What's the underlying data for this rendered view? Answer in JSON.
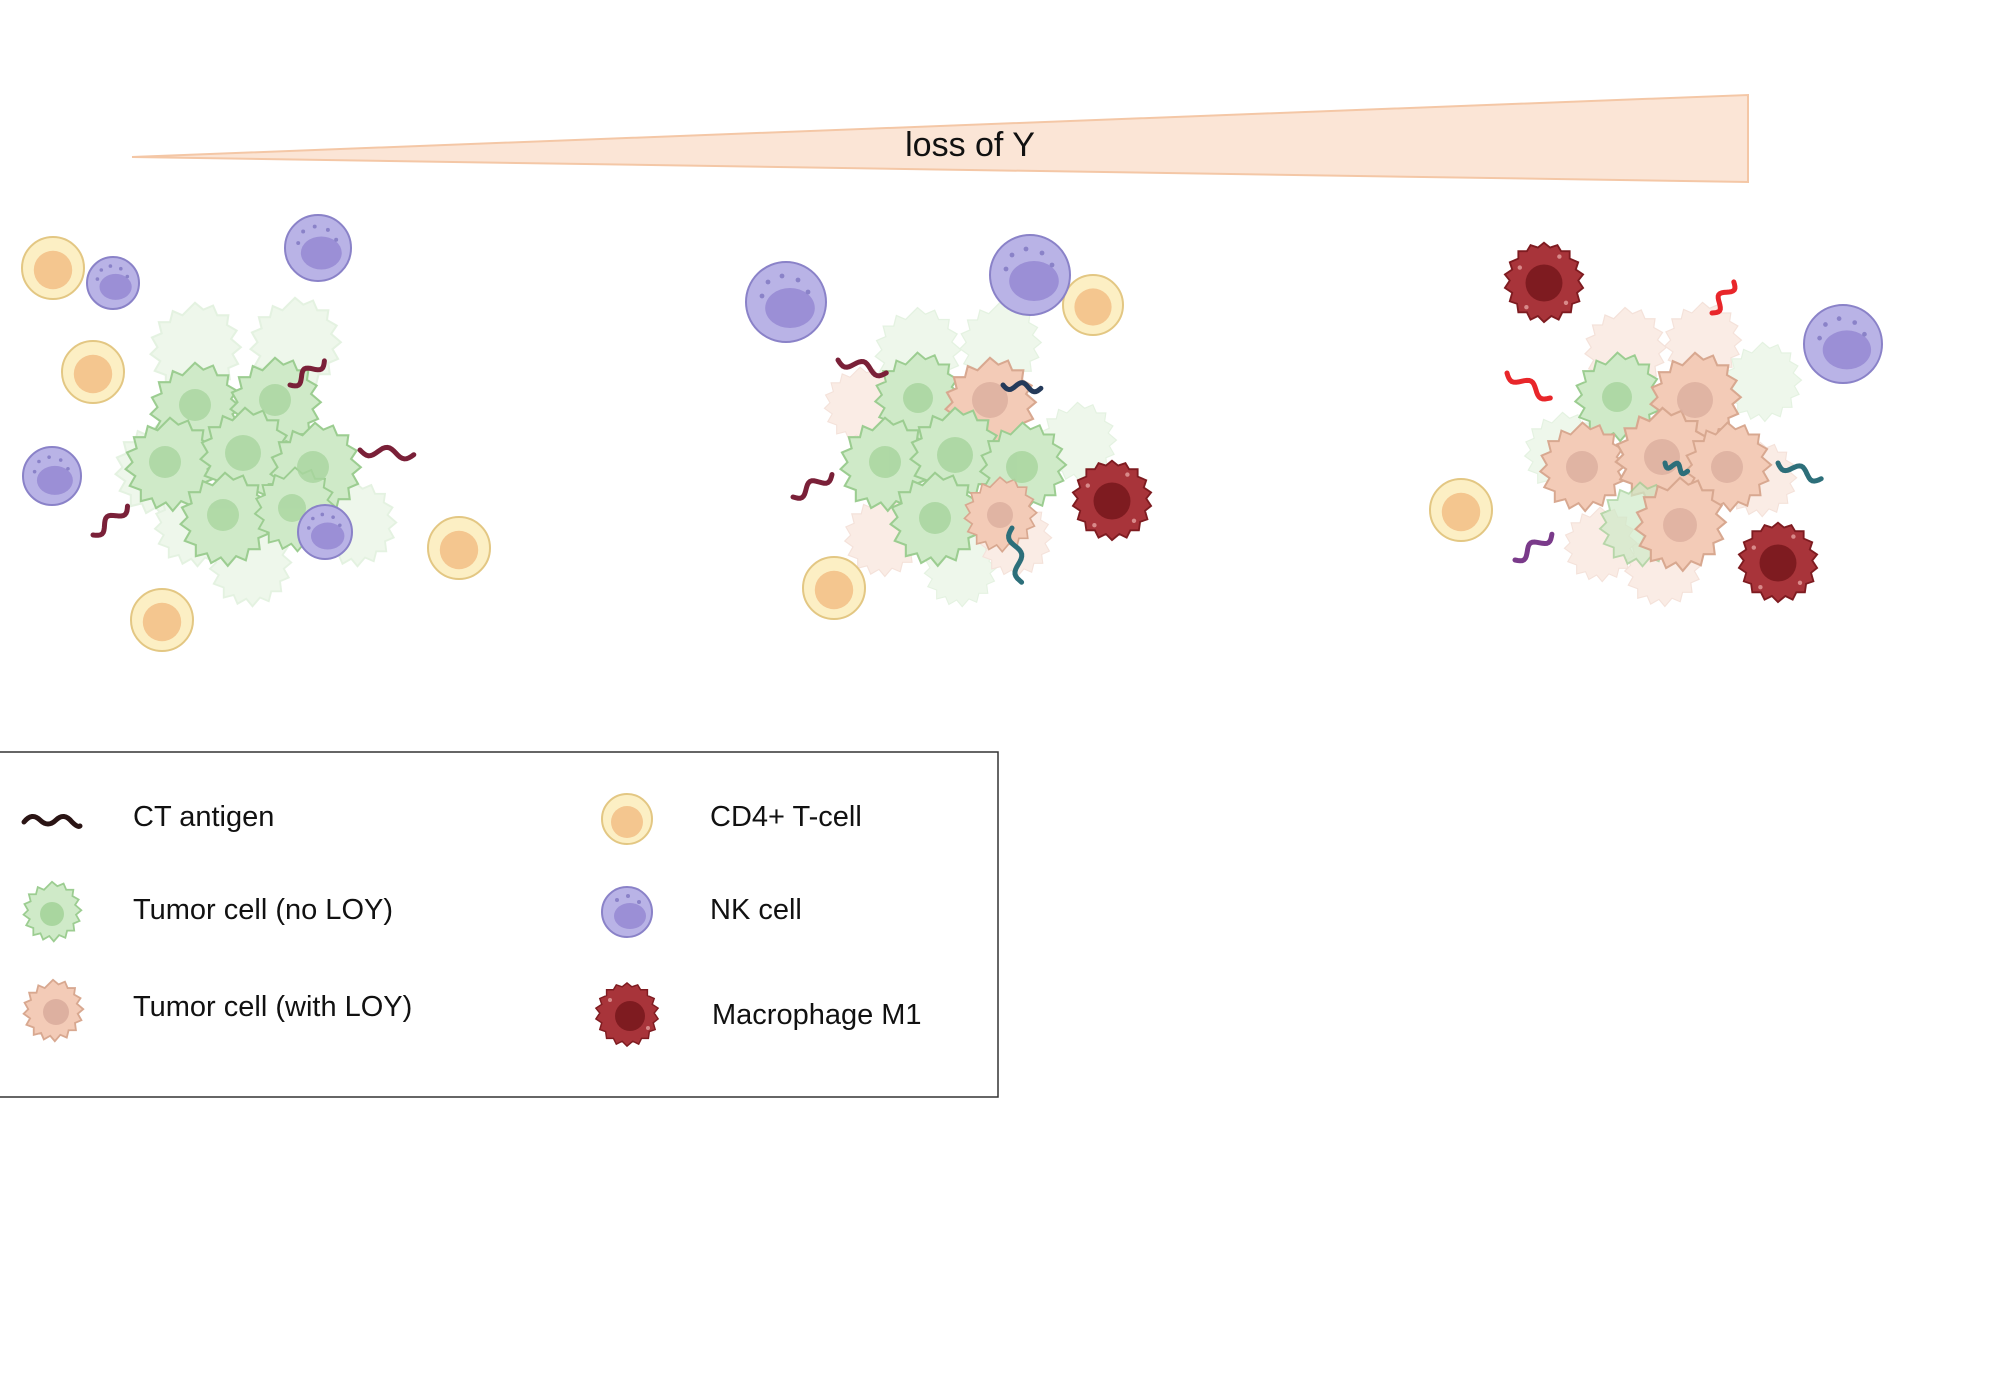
{
  "gradient": {
    "label": "loss of Y",
    "fill": "#fbe5d6",
    "stroke": "#f4c7a6"
  },
  "legend": {
    "items": [
      {
        "key": "ct_antigen",
        "label": "CT antigen",
        "icon": "ct-antigen-icon"
      },
      {
        "key": "tumor_no_loy",
        "label": "Tumor cell (no LOY)",
        "icon": "tumor-cell-green-icon"
      },
      {
        "key": "tumor_loy",
        "label": "Tumor cell (with LOY)",
        "icon": "tumor-cell-peach-icon"
      },
      {
        "key": "cd4",
        "label": "CD4+ T-cell",
        "icon": "cd4-t-cell-icon"
      },
      {
        "key": "nk",
        "label": "NK cell",
        "icon": "nk-cell-icon"
      },
      {
        "key": "macrophage",
        "label": "Macrophage M1",
        "icon": "macrophage-m1-icon"
      }
    ]
  },
  "colors": {
    "tumor_green": "#cfeac8",
    "tumor_green_nucleus": "#a9d69f",
    "tumor_peach": "#f3cbb7",
    "tumor_peach_nucleus": "#ddb0a0",
    "cd4_outer": "#fcefc4",
    "cd4_inner": "#f4c68f",
    "nk_outer": "#b9b3e6",
    "nk_inner": "#9b8fd6",
    "macrophage_outer": "#a8343a",
    "macrophage_inner": "#7e1b20",
    "antigen_dark": "#7a2038",
    "antigen_navy": "#243a5a",
    "antigen_teal": "#2d6f7a",
    "antigen_red": "#e8262a",
    "antigen_purple": "#7a3a8a"
  }
}
